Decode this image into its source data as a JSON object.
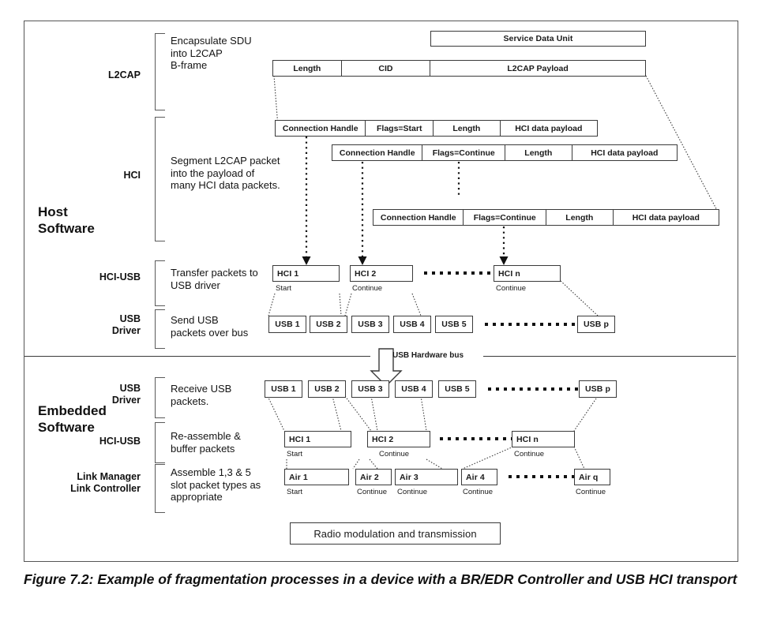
{
  "figure": {
    "caption": "Figure 7.2:  Example of fragmentation processes in a device with a BR/EDR Controller and USB HCI transport",
    "bus_label": "USB Hardware bus"
  },
  "sections": {
    "host": "Host\nSoftware",
    "embedded": "Embedded\nSoftware"
  },
  "layers": {
    "l2cap": "L2CAP",
    "hci": "HCI",
    "hci_usb_host": "HCI-USB",
    "usb_driver_host": "USB\nDriver",
    "usb_driver_emb": "USB\nDriver",
    "hci_usb_emb": "HCI-USB",
    "link": "Link Manager\nLink Controller"
  },
  "descriptions": {
    "l2cap": "Encapsulate SDU\ninto L2CAP\nB-frame",
    "hci": "Segment L2CAP packet\ninto the payload of\nmany HCI data packets.",
    "hci_usb_host": "Transfer packets to\nUSB driver",
    "usb_driver_host": "Send USB\npackets over bus",
    "usb_driver_emb": "Receive USB\npackets.",
    "hci_usb_emb": "Re-assemble &\nbuffer packets",
    "link": "Assemble 1,3 & 5\nslot packet types as\nappropriate"
  },
  "l2cap_row": {
    "sdu": "Service Data Unit",
    "fields": [
      "Length",
      "CID",
      "L2CAP Payload"
    ]
  },
  "hci_packets": [
    {
      "fields": [
        "Connection Handle",
        "Flags=Start",
        "Length",
        "HCI data payload"
      ]
    },
    {
      "fields": [
        "Connection Handle",
        "Flags=Continue",
        "Length",
        "HCI data payload"
      ]
    },
    {
      "fields": [
        "Connection Handle",
        "Flags=Continue",
        "Length",
        "HCI data payload"
      ]
    }
  ],
  "host_hci_boxes": [
    {
      "label": "HCI 1",
      "sub": "Start"
    },
    {
      "label": "HCI 2",
      "sub": "Continue"
    },
    {
      "label": "HCI n",
      "sub": "Continue"
    }
  ],
  "host_usb_boxes": [
    {
      "label": "USB 1"
    },
    {
      "label": "USB 2"
    },
    {
      "label": "USB 3"
    },
    {
      "label": "USB 4"
    },
    {
      "label": "USB 5"
    },
    {
      "label": "USB p"
    }
  ],
  "emb_usb_boxes": [
    {
      "label": "USB 1"
    },
    {
      "label": "USB 2"
    },
    {
      "label": "USB 3"
    },
    {
      "label": "USB 4"
    },
    {
      "label": "USB 5"
    },
    {
      "label": "USB p"
    }
  ],
  "emb_hci_boxes": [
    {
      "label": "HCI 1",
      "sub": "Start"
    },
    {
      "label": "HCI 2",
      "sub": "Continue"
    },
    {
      "label": "HCI n",
      "sub": "Continue"
    }
  ],
  "air_boxes": [
    {
      "label": "Air 1",
      "sub": "Start"
    },
    {
      "label": "Air 2",
      "sub": "Continue"
    },
    {
      "label": "Air 3",
      "sub": "Continue"
    },
    {
      "label": "Air 4",
      "sub": "Continue"
    },
    {
      "label": "Air q",
      "sub": "Continue"
    }
  ],
  "radio": "Radio modulation and transmission",
  "colors": {
    "line": "#3a3a3a",
    "bracket": "#5a5a5a",
    "text": "#111111"
  }
}
